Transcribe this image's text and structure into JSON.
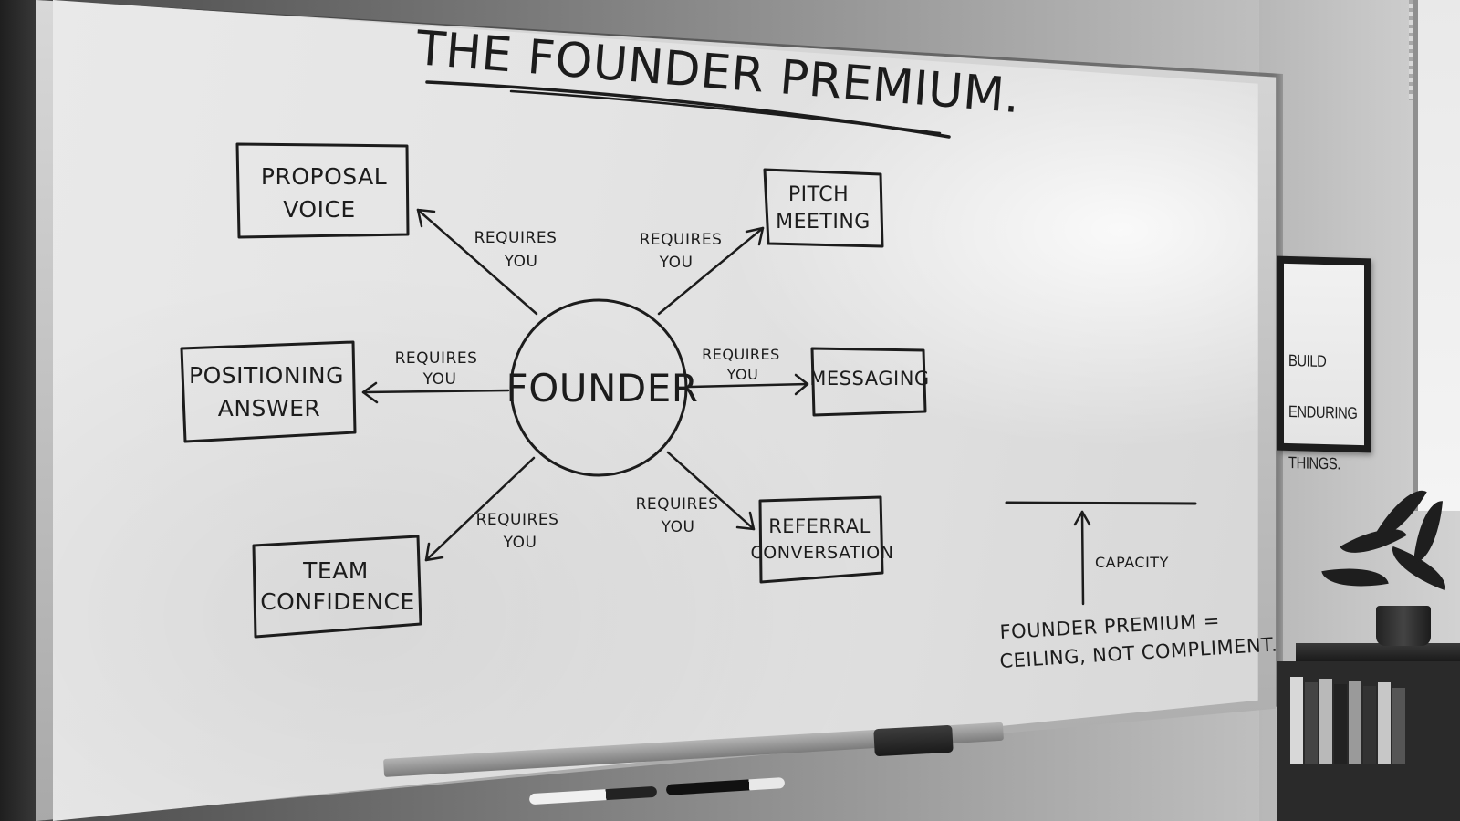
{
  "whiteboard": {
    "title": "THE FOUNDER PREMIUM.",
    "center_label": "FOUNDER",
    "nodes": [
      {
        "id": "proposal-voice",
        "lines": [
          "PROPOSAL",
          "VOICE"
        ]
      },
      {
        "id": "pitch-meeting",
        "lines": [
          "PITCH",
          "MEETING"
        ]
      },
      {
        "id": "positioning-answer",
        "lines": [
          "POSITIONING",
          "ANSWER"
        ]
      },
      {
        "id": "messaging",
        "lines": [
          "MESSAGING"
        ]
      },
      {
        "id": "team-confidence",
        "lines": [
          "TEAM",
          "CONFIDENCE"
        ]
      },
      {
        "id": "referral-conversation",
        "lines": [
          "REFERRAL",
          "CONVERSATION"
        ]
      }
    ],
    "edge_label_lines": [
      "REQUIRES",
      "YOU"
    ],
    "capacity_label": "CAPACITY",
    "note_lines": [
      "FOUNDER PREMIUM =",
      "CEILING, NOT COMPLIMENT."
    ]
  },
  "poster": {
    "lines": [
      "BUILD",
      "ENDURING",
      "THINGS."
    ]
  }
}
